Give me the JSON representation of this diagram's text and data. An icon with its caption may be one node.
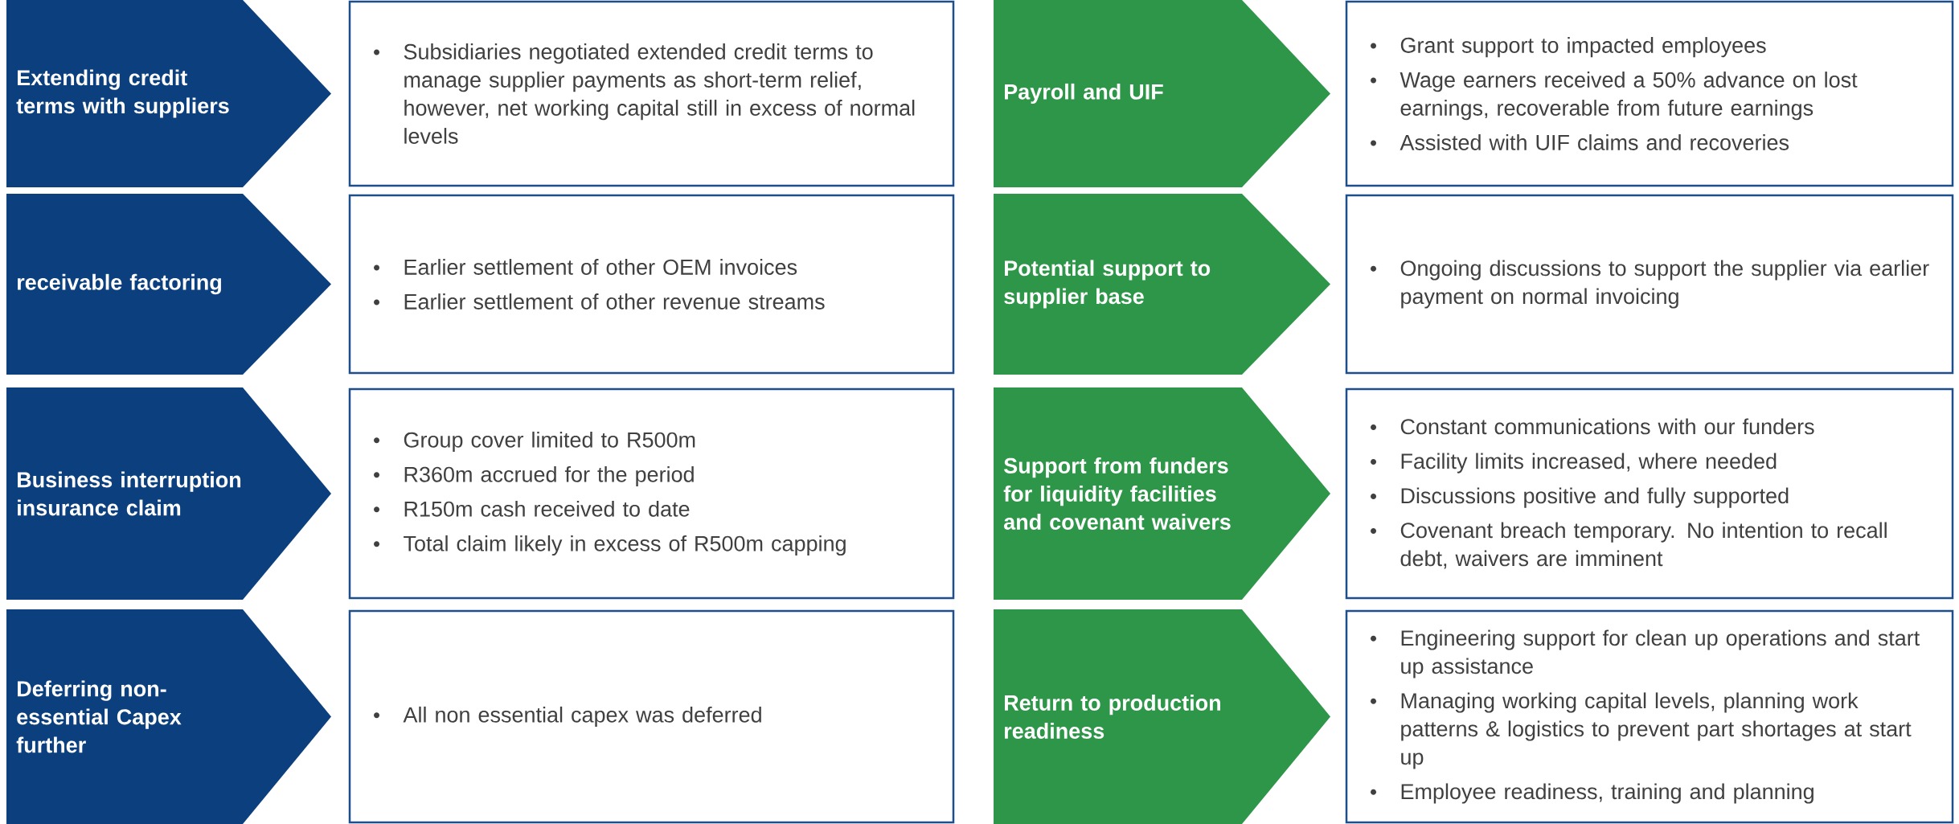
{
  "diagram": {
    "nodes": [
      {
        "text": [
          "Extending credit terms with suppliers"
        ]
      },
      {
        "text": [
          "Subsidiaries negotiated extended credit terms to manage supplier payments as short-term relief, however, net working capital still in excess of normal levels"
        ]
      },
      {
        "text": [
          "Payroll and UIF"
        ]
      },
      {
        "text": [
          "Grant support to impacted employees",
          "Wage earners received a 50% advance on lost earnings, recoverable from future earnings",
          "Assisted with UIF claims and recoveries"
        ]
      },
      {
        "text": [
          "receivable factoring"
        ]
      },
      {
        "text": [
          "Earlier settlement of other OEM invoices",
          "Earlier settlement of other revenue streams"
        ]
      },
      {
        "text": [
          "Potential support to supplier base"
        ]
      },
      {
        "text": [
          "Ongoing discussions to support the supplier via earlier payment on normal invoicing"
        ]
      },
      {
        "text": [
          "Business interruption insurance claim"
        ]
      },
      {
        "text": [
          "Group cover limited to R500m",
          "R360m accrued for the period",
          "R150m cash received to date",
          "Total claim likely in excess of R500m capping"
        ]
      },
      {
        "text": [
          "Support from funders for liquidity facilities and covenant waivers"
        ]
      },
      {
        "text": [
          "Constant communications with our funders",
          "Facility limits increased, where needed",
          "Discussions positive and fully supported",
          "Covenant breach temporary. No intention to recall debt, waivers are imminent"
        ]
      },
      {
        "text": [
          "Deferring non-essential Capex further"
        ]
      },
      {
        "text": [
          "All non essential capex was deferred"
        ]
      },
      {
        "text": [
          "Return to production readiness"
        ]
      },
      {
        "text": [
          "Engineering support for clean up operations and start up assistance",
          "Managing working capital levels, planning work patterns & logistics to prevent part shortages at start up",
          "Employee readiness, training and planning"
        ]
      }
    ]
  }
}
